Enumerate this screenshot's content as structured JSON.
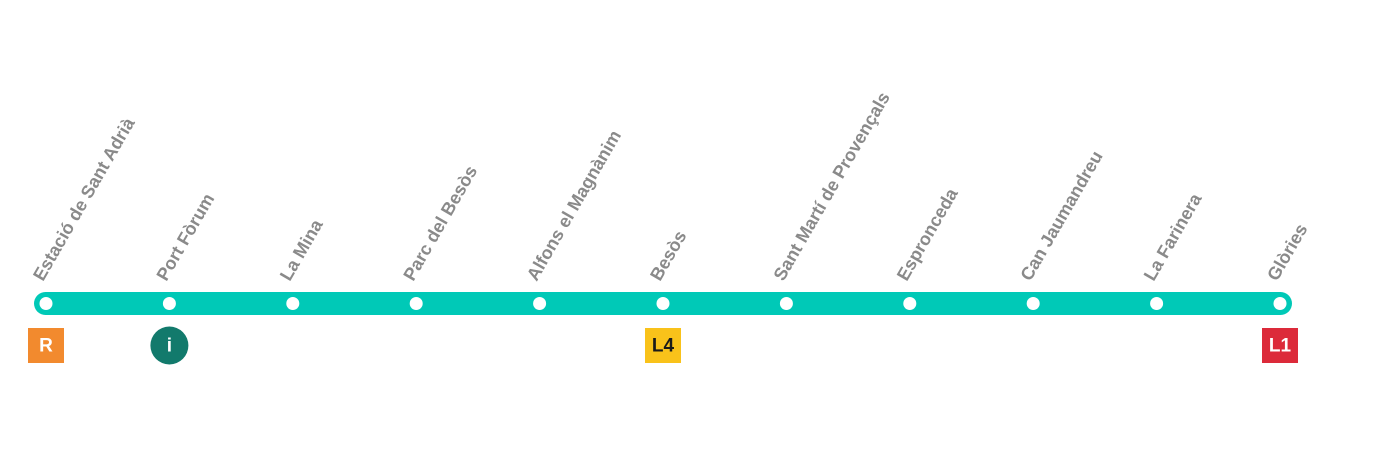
{
  "line": {
    "color": "#00c9b7",
    "station_dot_color": "#ffffff"
  },
  "stations": [
    {
      "name": "Estació de Sant Adrià"
    },
    {
      "name": "Port Fòrum"
    },
    {
      "name": "La Mina"
    },
    {
      "name": "Parc del Besòs"
    },
    {
      "name": "Alfons el Magnànim"
    },
    {
      "name": "Besòs"
    },
    {
      "name": "Sant Martí de Provençals"
    },
    {
      "name": "Espronceda"
    },
    {
      "name": "Can Jaumandreu"
    },
    {
      "name": "La Farinera"
    },
    {
      "name": "Glòries"
    }
  ],
  "connections": [
    {
      "station_index": 0,
      "label": "R",
      "shape": "square",
      "bg_color": "#f28a2e",
      "text_color": "#ffffff",
      "name": "rodalies-badge"
    },
    {
      "station_index": 1,
      "label": "i",
      "shape": "circle",
      "bg_color": "#127a6c",
      "text_color": "#ffffff",
      "name": "info-icon"
    },
    {
      "station_index": 5,
      "label": "L4",
      "shape": "square",
      "bg_color": "#f9c21a",
      "text_color": "#1a1a1a",
      "name": "metro-l4-badge"
    },
    {
      "station_index": 10,
      "label": "L1",
      "shape": "square",
      "bg_color": "#dc2a3a",
      "text_color": "#ffffff",
      "name": "metro-l1-badge"
    }
  ]
}
